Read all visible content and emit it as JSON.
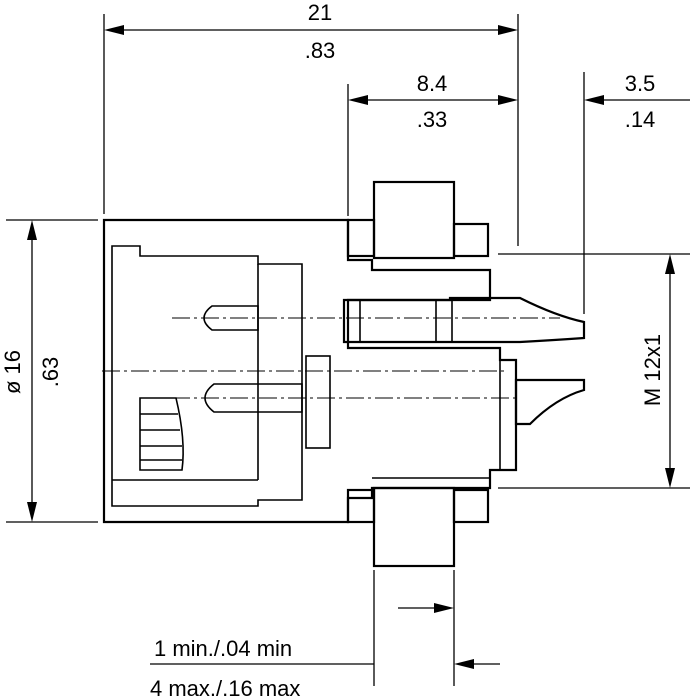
{
  "dimensions": {
    "overall_length": {
      "metric": "21",
      "inch": ".83"
    },
    "flange_to_end": {
      "metric": "8.4",
      "inch": ".33"
    },
    "contact_protrusion": {
      "metric": "3.5",
      "inch": ".14"
    },
    "diameter": {
      "metric": "ø 16",
      "inch": ".63"
    },
    "thread": {
      "label": "M 12x1"
    },
    "panel_thickness": {
      "min_label": "1 min./.04 min",
      "max_label": "4 max./.16 max"
    }
  },
  "colors": {
    "ink": "#000000",
    "paper": "#ffffff"
  }
}
